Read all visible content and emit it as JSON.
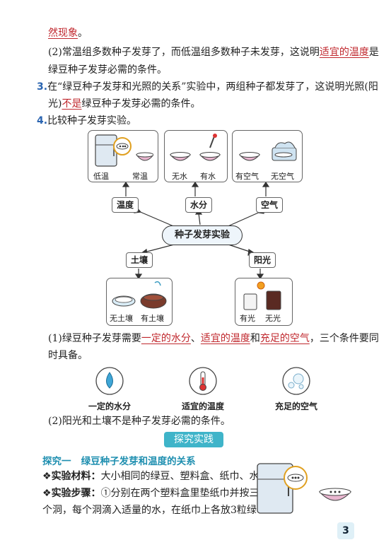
{
  "intro": {
    "line0_hw": "然现象",
    "line0_end": "。",
    "line1_a": "(2)常温组多数种子发芽了，而低温组多数种子未发芽，这说明",
    "line1_hw": "适宜的温度",
    "line1_b": "是",
    "line2": "绿豆种子发芽必需的条件。"
  },
  "q3": {
    "num": "3.",
    "line1": "在“绿豆种子发芽和光照的关系”实验中，两组种子都发芽了，这说明光照(阳",
    "line2_a": "光)",
    "line2_hw": "不是",
    "line2_b": "绿豆种子发芽必需的条件。"
  },
  "q4": {
    "num": "4.",
    "text": "比较种子发芽实验。"
  },
  "diagram": {
    "center": "种子发芽实验",
    "nodes": {
      "temp": "温度",
      "water": "水分",
      "air": "空气",
      "soil": "土壤",
      "light": "阳光"
    },
    "box_temp": [
      "低温",
      "常温"
    ],
    "box_water": [
      "无水",
      "有水"
    ],
    "box_air": [
      "有空气",
      "无空气"
    ],
    "box_soil": [
      "无土壤",
      "有土壤"
    ],
    "box_light": [
      "有光",
      "无光"
    ]
  },
  "conclusion1": {
    "a": "(1)绿豆种子发芽需要",
    "hw1": "一定的水分",
    "sep1": "、",
    "hw2": "适宜的温度",
    "and": "和",
    "hw3": "充足的空气",
    "b": "，三个条件要同",
    "line2": "时具备。"
  },
  "icons": {
    "water": "一定的水分",
    "temp": "适宜的温度",
    "air": "充足的空气"
  },
  "conclusion2": "(2)阳光和土壤不是种子发芽必需的条件。",
  "banner": "探究实践",
  "section": {
    "label": "探究一",
    "title": "绿豆种子发芽和温度的关系"
  },
  "materials": {
    "bullet": "❖",
    "label": "实验材料：",
    "text": "大小相同的绿豆、塑料盒、纸巾、水等。"
  },
  "steps": {
    "bullet": "❖",
    "label": "实验步骤：",
    "line1": "①分别在两个塑料盒里垫纸巾并按三",
    "line2": "个洞，每个洞滴入适量的水，在纸巾上各放3粒绿"
  },
  "page_number": "3",
  "colors": {
    "accent": "#3fb4c9",
    "handwriting": "#c0282e",
    "number": "#2a64b0"
  }
}
